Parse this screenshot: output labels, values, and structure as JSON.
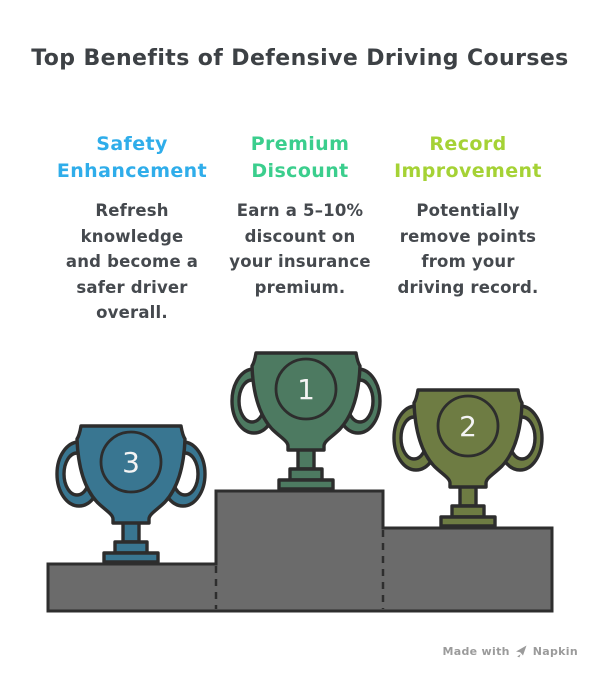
{
  "title": "Top Benefits of Defensive Driving Courses",
  "columns": [
    {
      "heading": "Safety\nEnhancement",
      "heading_color": "#2fadea",
      "body": "Refresh\nknowledge\nand become a\nsafer driver\noverall."
    },
    {
      "heading": "Premium\nDiscount",
      "heading_color": "#3bce8d",
      "body": "Earn a 5–10%\ndiscount on\nyour insurance\npremium."
    },
    {
      "heading": "Record\nImprovement",
      "heading_color": "#a5d235",
      "body": "Potentially\nremove points\nfrom your\ndriving record."
    }
  ],
  "trophies": [
    {
      "rank": "1",
      "color": "#4d7a61",
      "place": "first"
    },
    {
      "rank": "2",
      "color": "#6e7c43",
      "place": "second"
    },
    {
      "rank": "3",
      "color": "#397691",
      "place": "third"
    }
  ],
  "podium": {
    "color": "#6b6b6b"
  },
  "footer": {
    "made_with": "Made with",
    "brand": "Napkin"
  }
}
